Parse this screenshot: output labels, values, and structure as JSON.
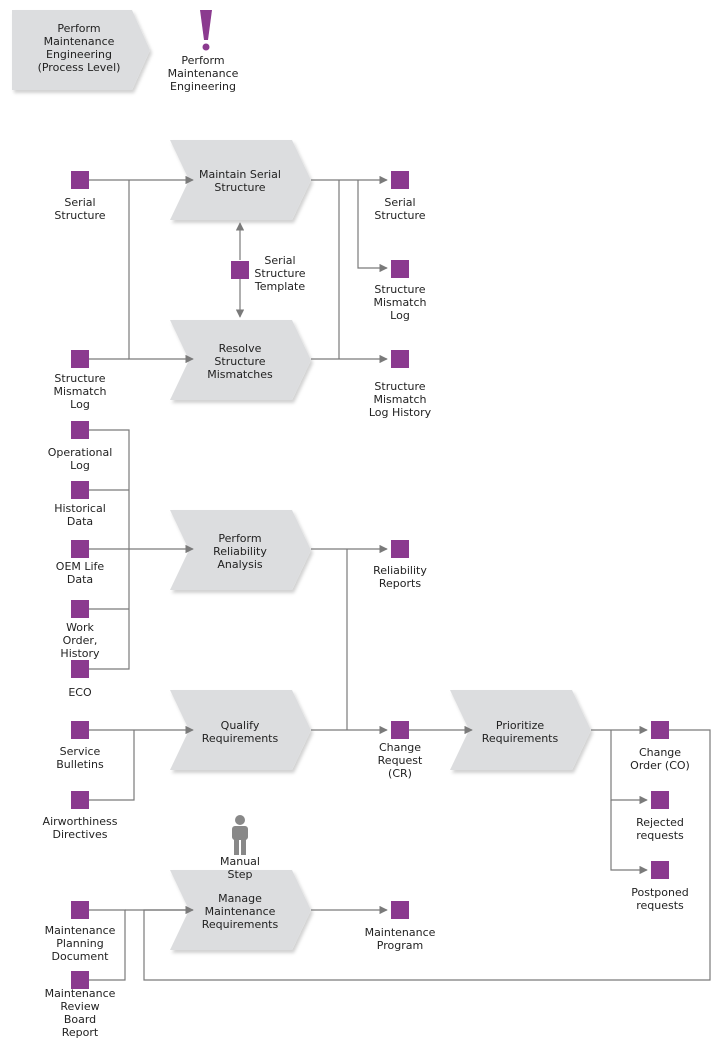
{
  "colors": {
    "square": "#8b3a8f",
    "process_fill": "#dcdddf",
    "connector": "#7a7a7a",
    "manual_icon": "#888888"
  },
  "header": {
    "process_level_label": "Perform\nMaintenance\nEngineering\n(Process Level)",
    "event_label": "Perform\nMaintenance\nEngineering"
  },
  "processes": {
    "maintain_serial": "Maintain Serial\nStructure",
    "resolve_mismatches": "Resolve\nStructure\nMismatches",
    "reliability_analysis": "Perform\nReliability\nAnalysis",
    "qualify_requirements": "Qualify\nRequirements",
    "prioritize_requirements": "Prioritize\nRequirements",
    "manage_maintenance": "Manage\nMaintenance\nRequirements"
  },
  "manual_step_label": "Manual\nStep",
  "objects": {
    "serial_structure_in": "Serial\nStructure",
    "mismatch_log_in": "Structure\nMismatch\nLog",
    "serial_structure_out": "Serial\nStructure",
    "mismatch_log_out": "Structure\nMismatch\nLog",
    "serial_template": "Serial\nStructure\nTemplate",
    "mismatch_log_history": "Structure\nMismatch\nLog History",
    "operational_log": "Operational\nLog",
    "historical_data": "Historical\nData",
    "oem_life_data": "OEM Life\nData",
    "work_order_history": "Work\nOrder,\nHistory",
    "eco": "ECO",
    "reliability_reports": "Reliability\nReports",
    "service_bulletins": "Service\nBulletins",
    "airworthiness_directives": "Airworthiness\nDirectives",
    "change_request": "Change\nRequest\n(CR)",
    "change_order": "Change\nOrder (CO)",
    "rejected_requests": "Rejected\nrequests",
    "postponed_requests": "Postponed\nrequests",
    "maintenance_planning_doc": "Maintenance\nPlanning\nDocument",
    "review_board_report": "Maintenance\nReview\nBoard\nReport",
    "maintenance_program": "Maintenance\nProgram"
  }
}
